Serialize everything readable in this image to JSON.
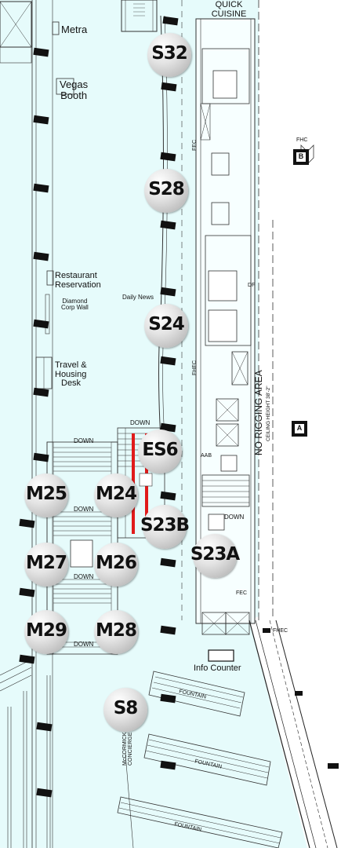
{
  "badges": [
    {
      "id": "s32",
      "label": "S32"
    },
    {
      "id": "s28",
      "label": "S28"
    },
    {
      "id": "s24",
      "label": "S24"
    },
    {
      "id": "es6",
      "label": "ES6"
    },
    {
      "id": "m25",
      "label": "M25"
    },
    {
      "id": "m24",
      "label": "M24"
    },
    {
      "id": "s23b",
      "label": "S23B"
    },
    {
      "id": "s23a",
      "label": "S23A"
    },
    {
      "id": "m27",
      "label": "M27"
    },
    {
      "id": "m26",
      "label": "M26"
    },
    {
      "id": "m29",
      "label": "M29"
    },
    {
      "id": "m28",
      "label": "M28"
    },
    {
      "id": "s8",
      "label": "S8"
    }
  ],
  "labels": {
    "quick_cuisine_1": "QUICK",
    "quick_cuisine_2": "CUISINE",
    "metra": "Metra",
    "vegas_1": "Vegas",
    "vegas_2": "Booth",
    "restaurant_1": "Restaurant",
    "restaurant_2": "Reservation",
    "diamond_1": "Diamond",
    "diamond_2": "Corp Wall",
    "daily_news": "Daily News",
    "travel_1": "Travel &",
    "travel_2": "Housing",
    "travel_3": "Desk",
    "down": "DOWN",
    "fec": "FEC",
    "fhec": "FHEC",
    "fhc": "FHC",
    "df": "DF",
    "no_rigging": "NO RIGGING AREA",
    "ceiling": "CEILING HEIGHT 38'-2\"",
    "info_counter": "Info Counter",
    "fountain": "FOUNTAIN",
    "concierge_1": "McCORMICK",
    "concierge_2": "CONCIERGE",
    "column_b": "B",
    "column_a": "A",
    "aab": "AAB"
  },
  "colors": {
    "background": "#e6fbfb",
    "escalator_red": "#e01b1b",
    "wall": "#111111"
  }
}
